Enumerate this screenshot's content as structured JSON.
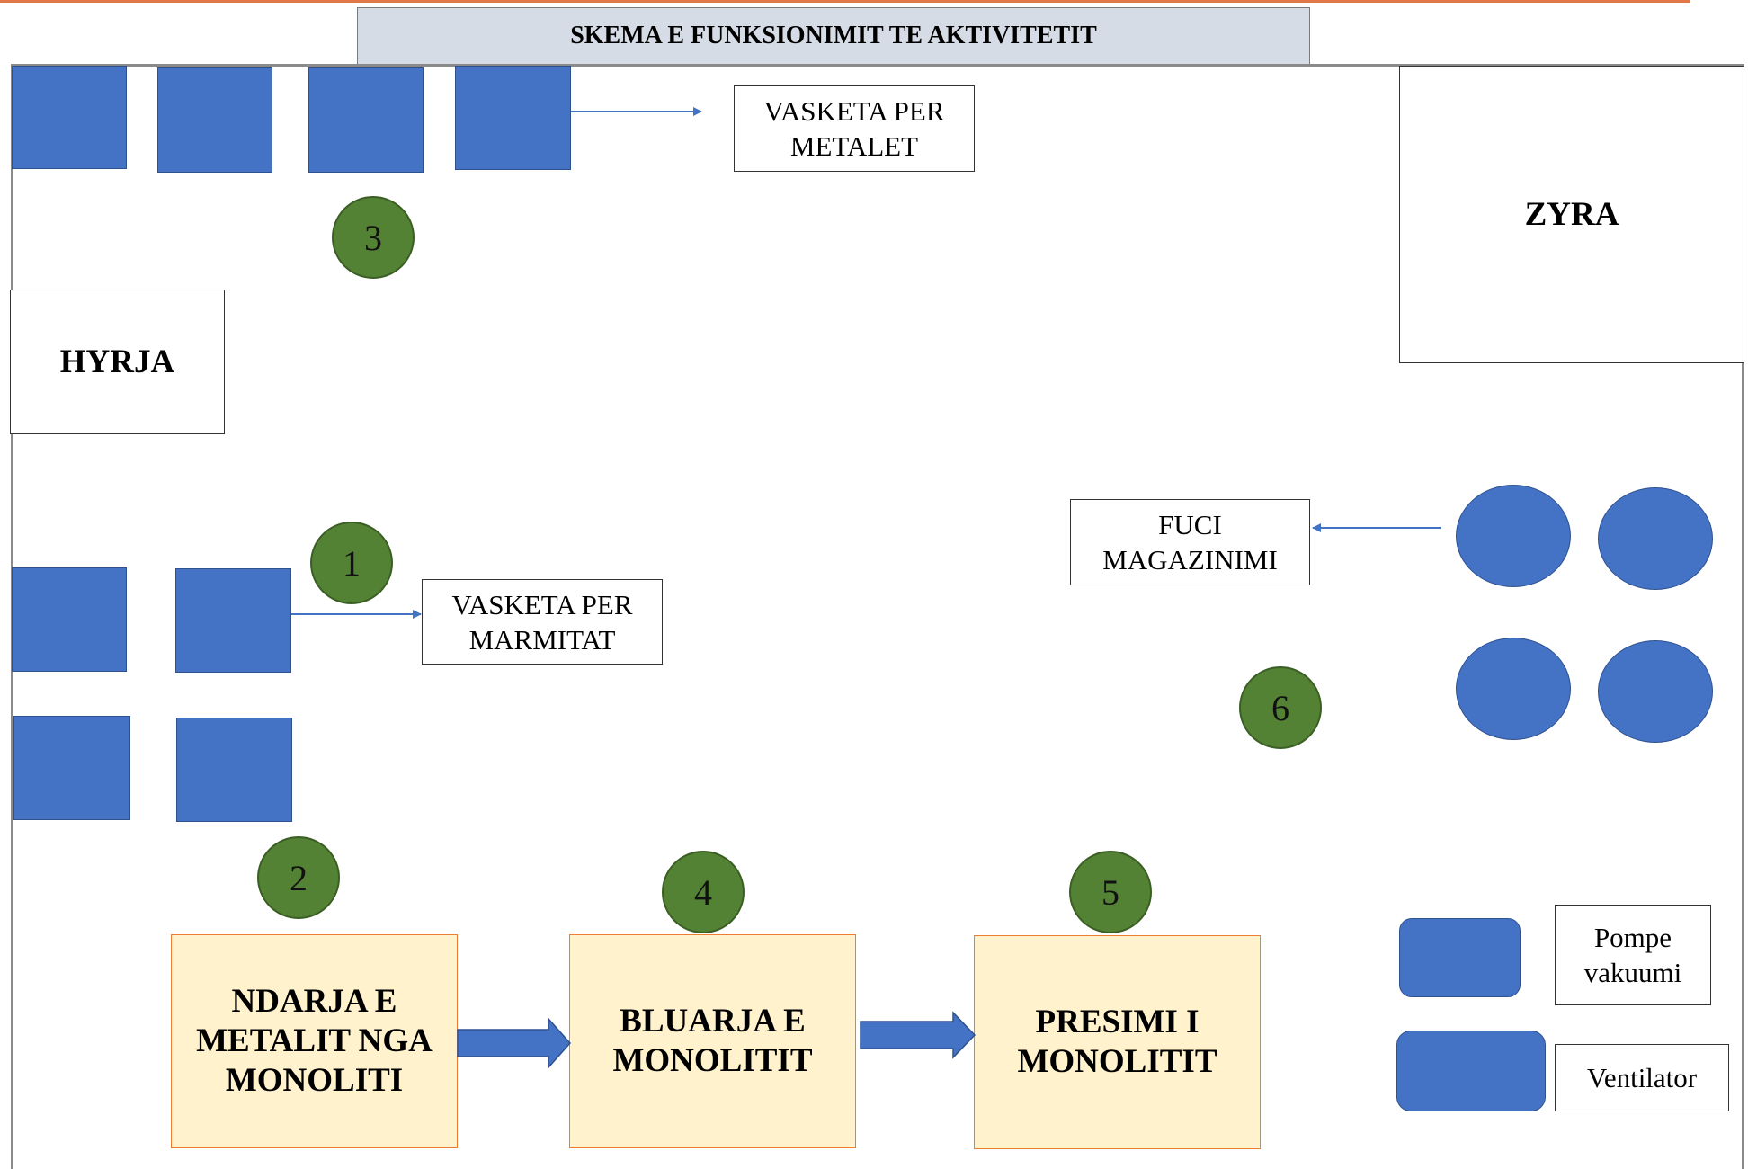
{
  "title": "SKEMA E FUNKSIONIMIT TE AKTIVITETIT",
  "rooms": {
    "entrance": "HYRJA",
    "office": "ZYRA"
  },
  "containers": {
    "metals": [
      "VASKETA PER",
      "METALET"
    ],
    "mufflers": [
      "VASKETA PER",
      "MARMITAT"
    ],
    "storage_drums": [
      "FUCI",
      "MAGAZINIMI"
    ]
  },
  "stations": [
    "1",
    "2",
    "3",
    "4",
    "5",
    "6"
  ],
  "process_steps": [
    [
      "NDARJA E",
      "METALIT NGA",
      "MONOLITI"
    ],
    [
      "BLUARJA E",
      "MONOLITIT"
    ],
    [
      "PRESIMI I",
      "MONOLITIT"
    ]
  ],
  "legend": {
    "vacuum_pumps": [
      "Pompe",
      "vakuumi"
    ],
    "fan": "Ventilator"
  },
  "colors": {
    "equipment": "#4472c4",
    "station_badge": "#548235",
    "process_fill": "#fff2cc",
    "process_border": "#ed7d31",
    "title_fill": "#d6dce5"
  }
}
